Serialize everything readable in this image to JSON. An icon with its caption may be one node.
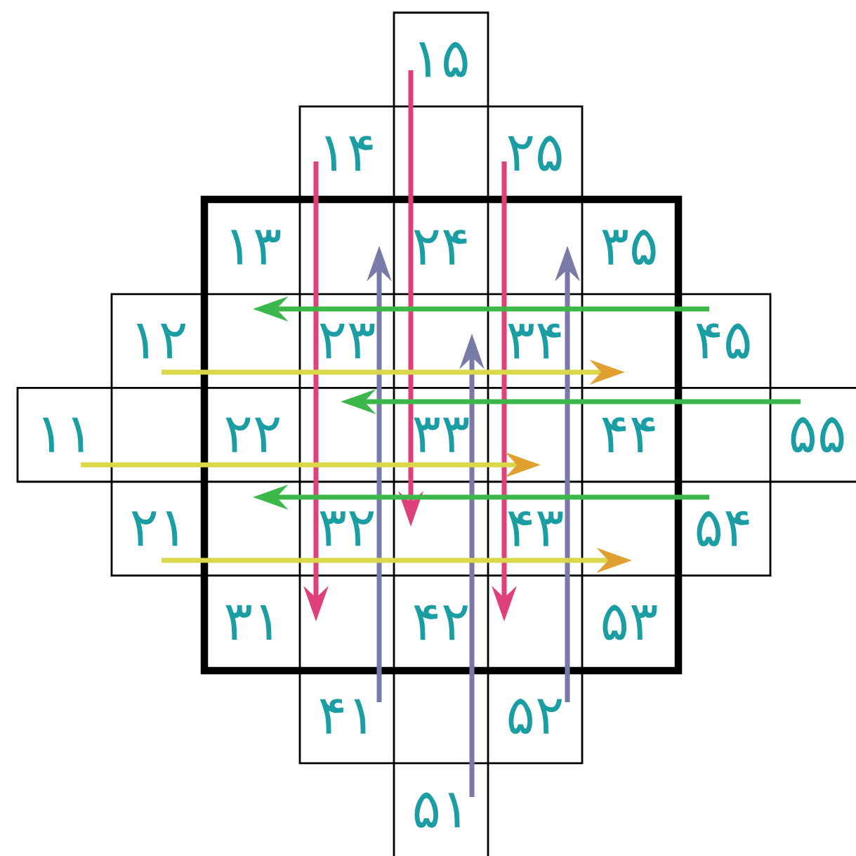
{
  "diagram": {
    "nodes": [
      {
        "text": [
          "۱۵"
        ]
      },
      {
        "text": [
          "۱۴"
        ]
      },
      {
        "text": [
          "۲۵"
        ]
      },
      {
        "text": [
          "۱۳"
        ]
      },
      {
        "text": [
          "۲۴"
        ]
      },
      {
        "text": [
          "۳۵"
        ]
      },
      {
        "text": [
          "۱۲"
        ]
      },
      {
        "text": [
          "۲۳"
        ]
      },
      {
        "text": [
          "۳۴"
        ]
      },
      {
        "text": [
          "۴۵"
        ]
      },
      {
        "text": [
          "۱۱"
        ]
      },
      {
        "text": [
          "۲۲"
        ]
      },
      {
        "text": [
          "۳۳"
        ]
      },
      {
        "text": [
          "۴۴"
        ]
      },
      {
        "text": [
          "۵۵"
        ]
      },
      {
        "text": [
          "۲۱"
        ]
      },
      {
        "text": [
          "۳۲"
        ]
      },
      {
        "text": [
          "۴۳"
        ]
      },
      {
        "text": [
          "۵۴"
        ]
      },
      {
        "text": [
          "۳۱"
        ]
      },
      {
        "text": [
          "۴۲"
        ]
      },
      {
        "text": [
          "۵۳"
        ]
      },
      {
        "text": [
          "۴۱"
        ]
      },
      {
        "text": [
          "۵۲"
        ]
      },
      {
        "text": [
          "۵۱"
        ]
      }
    ]
  }
}
